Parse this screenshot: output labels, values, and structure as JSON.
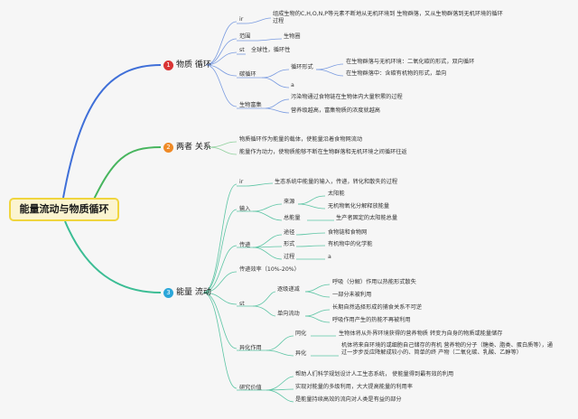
{
  "root": "能量流动与物质循环",
  "b1": {
    "num": "1",
    "label": "物质 循环",
    "n1": "ir",
    "n1_text": "组成生物的C,H,O,N,P等元素不断地从无机环境到 生物群落，又从生物群落到无机环境的循环过程",
    "n2": "范围",
    "n2_text": "生物圈",
    "n3": "st",
    "n3_text": "全球性，循环性",
    "n4": "碳循环",
    "n4a": "循环形式",
    "n4a1": "在生物群落与无机环境：二氧化碳的形式，双向循环",
    "n4a2": "在生物群落中：含碳有机物的形式，单向",
    "n4b": "a",
    "n5": "生物富集",
    "n5a": "污染物通过食物链在生物体内大量积累的过程",
    "n5b": "营养级越高，富集物质的浓度就越高"
  },
  "b2": {
    "num": "2",
    "label": "两者 关系",
    "l1": "物质循环作为能量的载体，使能量沿着食物网流动",
    "l2": "能量作为动力，使物质能够不断在生物群落和无机环境之间循环往返"
  },
  "b3": {
    "num": "3",
    "label": "能量 流动",
    "n1": "ir",
    "n1_text": "生态系统中能量的输入，传递，转化和散失的过程",
    "n2": "输入",
    "n2a": "来源",
    "n2a1": "太阳能",
    "n2a2": "无机物氧化分解释放能量",
    "n2b": "总能量",
    "n2b_text": "生产者固定的太阳能总量",
    "n3": "传递",
    "n3a": "途径",
    "n3a_text": "食物链和食物网",
    "n3b": "形式",
    "n3b_text": "有机物中的化学能",
    "n3c": "过程",
    "n3c_text": "a",
    "n4": "传递效率（10%-20%）",
    "n5": "st",
    "n5a": "逐级递减",
    "n5a1": "呼吸（分解）作用以热能形式散失",
    "n5a2": "一部分未被利用",
    "n5b": "单向流动",
    "n5b1": "长期自然选择形成的捕食关系不可逆",
    "n5b2": "呼吸作用产生的热能不再被利用",
    "n6": "异化作用",
    "n6a": "同化",
    "n6a_text": "生物体将从外界环境获得的营养物质 转变为自身的物质或能量储存",
    "n6b": "异化",
    "n6b_text": "机体将来自环境的或细胞自己储存的有机 营养物的分子（糖类、脂类、蛋白质等），通过一步步反应降解成较小的、简单的终 产物（二氧化碳、乳酸、乙醇等）",
    "n7": "研究价值",
    "n7a": "帮助人们科学规划设计人工生态系统， 使能量得到最有效的利用",
    "n7b": "实现对能量的多级利用，大大提高能量的利用率",
    "n7c": "是能量持续高效的流向对人类是有益的部分"
  },
  "colors": {
    "branch1": "#3f6fd8",
    "branch2": "#47b55e",
    "branch3": "#3bbd94",
    "sub": "#7a9be0",
    "sub3": "#5cc5a4"
  }
}
